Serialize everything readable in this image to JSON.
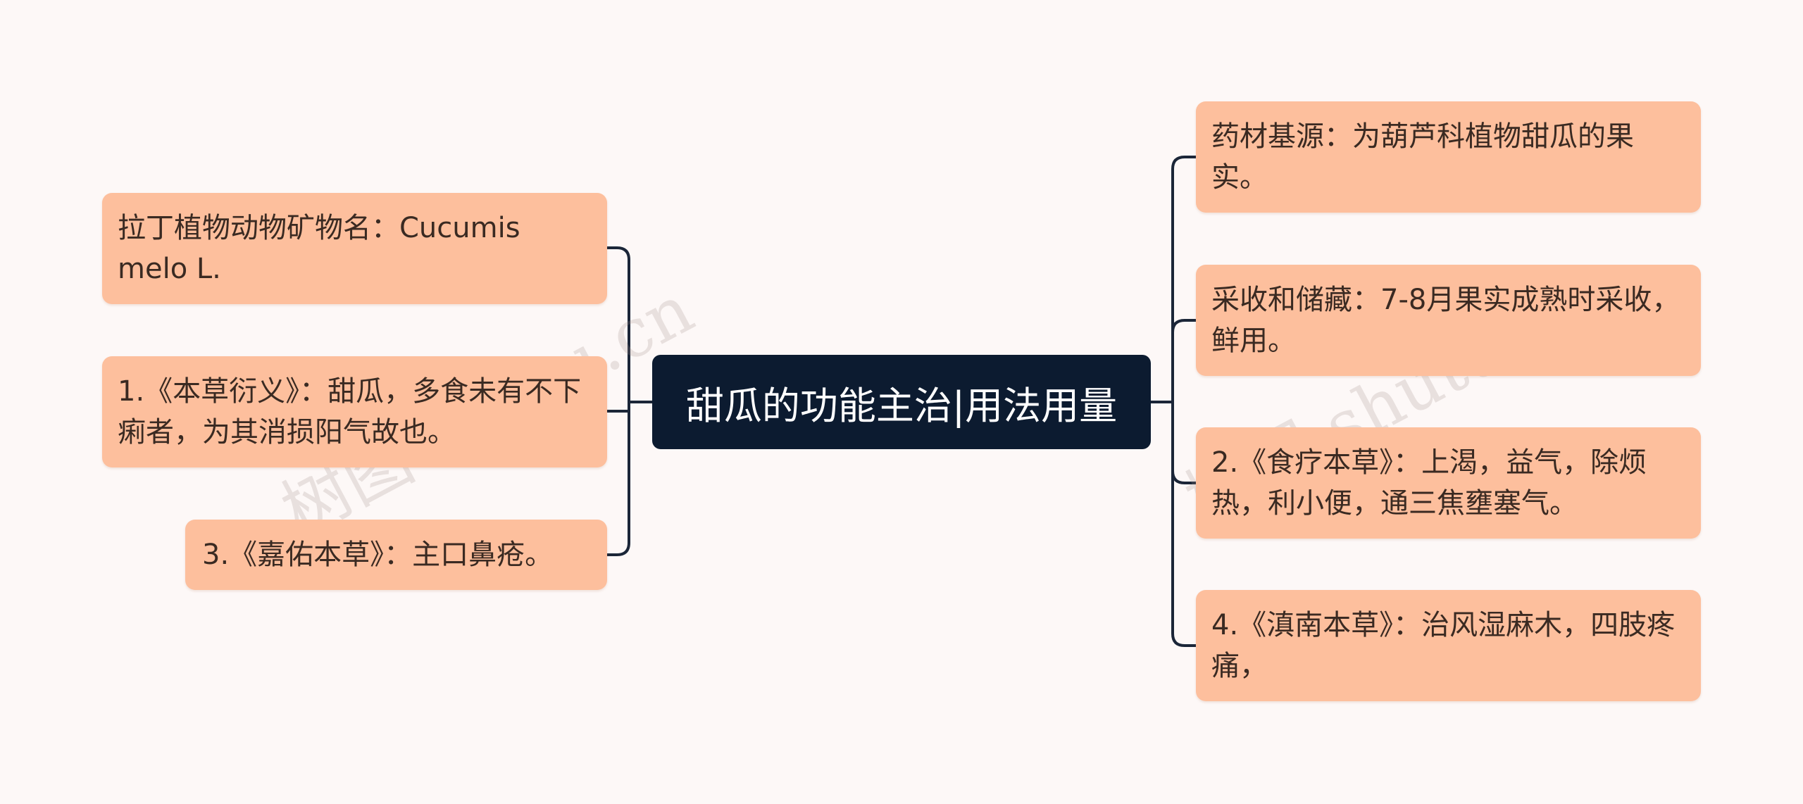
{
  "root": {
    "label": "甜瓜的功能主治|用法用量"
  },
  "left_nodes": [
    {
      "text": "拉丁植物动物矿物名：Cucumis melo L."
    },
    {
      "text": "1.《本草衍义》：甜瓜，多食未有不下痢者，为其消损阳气故也。"
    },
    {
      "text": "3.《嘉佑本草》：主口鼻疮。"
    }
  ],
  "right_nodes": [
    {
      "text": "药材基源：为葫芦科植物甜瓜的果实。"
    },
    {
      "text": "采收和储藏：7-8月果实成熟时采收，鲜用。"
    },
    {
      "text": "2.《食疗本草》：上渴，益气，除烦热，利小便，通三焦壅塞气。"
    },
    {
      "text": "4.《滇南本草》：治风湿麻木，四肢疼痛，"
    }
  ],
  "watermarks": [
    "树图 shutu.cn",
    "树图 shutu.cn"
  ],
  "colors": {
    "node_fill": "#fdbf9d",
    "root_fill": "#0c1b30",
    "line": "#1b2638",
    "background": "#fdf8f7"
  }
}
